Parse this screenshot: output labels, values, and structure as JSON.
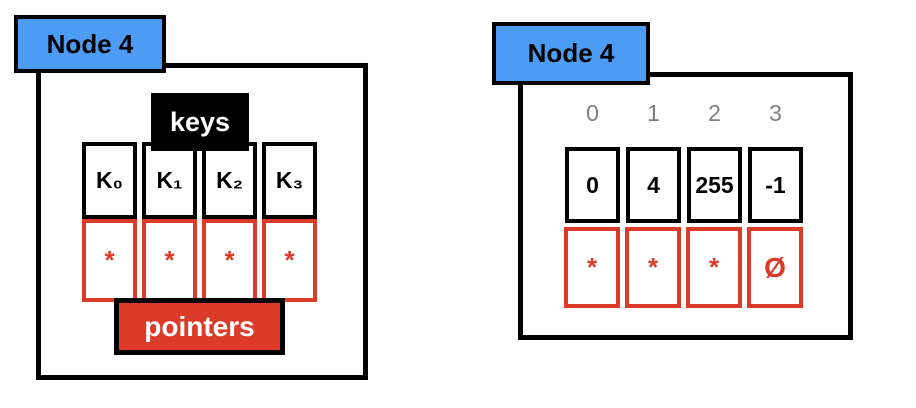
{
  "left_node": {
    "node_label": "Node 4",
    "keys_label": "keys",
    "pointers_label": "pointers",
    "key_cells": [
      "K₀",
      "K₁",
      "K₂",
      "K₃"
    ],
    "pointer_cells": [
      "*",
      "*",
      "*",
      "*"
    ]
  },
  "right_node": {
    "node_label": "Node 4",
    "index_labels": [
      "0",
      "1",
      "2",
      "3"
    ],
    "key_cells": [
      "0",
      "4",
      "255",
      "-1"
    ],
    "pointer_cells": [
      "*",
      "*",
      "*",
      "Ø"
    ]
  },
  "colors": {
    "node_badge_blue": "#4D9CF3",
    "pointer_red": "#DC3B2A",
    "keys_badge_black": "#000000",
    "index_gray": "#7E7E7E"
  }
}
